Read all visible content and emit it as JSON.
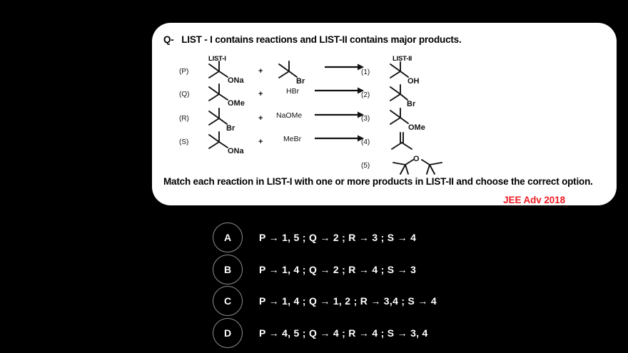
{
  "card": {
    "question_prefix": "Q-",
    "question_text": "LIST - I contains reactions and LIST-II contains major products.",
    "match_text": "Match each reaction in LIST-I with one or more products in LIST-II and choose the correct option.",
    "exam_tag": "JEE Adv 2018",
    "accent_red": "#ee1c24",
    "card_background": "#ffffff",
    "page_background": "#000000"
  },
  "list1": {
    "heading": "LIST-I",
    "rows": [
      {
        "label": "(P)",
        "substrate": "tert-butoxide",
        "substrate_group": "ONa",
        "plus": "+",
        "reagent_type": "structure",
        "reagent": "tert-butyl bromide",
        "reagent_group": "Br",
        "arrow": "→"
      },
      {
        "label": "(Q)",
        "substrate": "methyl tert-butyl ether",
        "substrate_group": "OMe",
        "plus": "+",
        "reagent_type": "text",
        "reagent": "HBr",
        "arrow": "→"
      },
      {
        "label": "(R)",
        "substrate": "tert-butyl bromide",
        "substrate_group": "Br",
        "plus": "+",
        "reagent_type": "text",
        "reagent": "NaOMe",
        "arrow": "→"
      },
      {
        "label": "(S)",
        "substrate": "tert-butoxide",
        "substrate_group": "ONa",
        "plus": "+",
        "reagent_type": "text",
        "reagent": "MeBr",
        "arrow": "→"
      }
    ]
  },
  "list2": {
    "heading": "LIST-II",
    "rows": [
      {
        "label": "(1)",
        "product": "tert-butanol",
        "group": "OH",
        "shape": "tbutyl-group"
      },
      {
        "label": "(2)",
        "product": "tert-butyl bromide",
        "group": "Br",
        "shape": "tbutyl-group"
      },
      {
        "label": "(3)",
        "product": "methyl tert-butyl ether",
        "group": "OMe",
        "shape": "tbutyl-group"
      },
      {
        "label": "(4)",
        "product": "isobutylene",
        "group": "",
        "shape": "alkene"
      },
      {
        "label": "(5)",
        "product": "di-tert-butyl ether",
        "group": "O",
        "shape": "ether-dimer"
      }
    ]
  },
  "options": [
    {
      "letter": "A",
      "text": "P → 1, 5 ; Q → 2 ; R → 3 ; S → 4"
    },
    {
      "letter": "B",
      "text": "P → 1, 4 ; Q → 2 ; R → 4 ; S → 3"
    },
    {
      "letter": "C",
      "text": "P → 1, 4 ; Q → 1, 2 ; R → 3,4 ; S → 4"
    },
    {
      "letter": "D",
      "text": "P → 4, 5 ; Q → 4 ; R → 4 ; S → 3, 4"
    }
  ]
}
